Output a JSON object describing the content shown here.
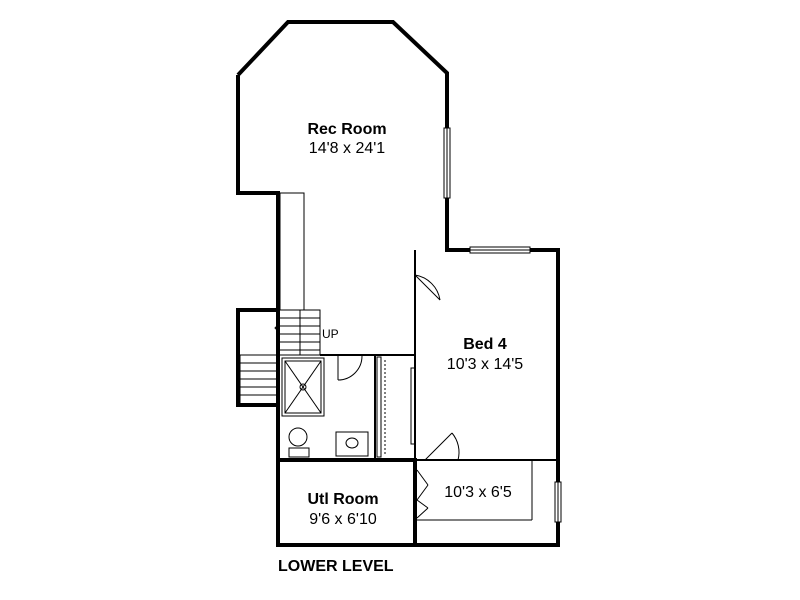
{
  "plan": {
    "level_label": "LOWER LEVEL",
    "stair_label": "UP",
    "rooms": [
      {
        "name": "Rec Room",
        "dimensions": "14'8 x 24'1"
      },
      {
        "name": "Bed 4",
        "dimensions": "10'3 x 14'5"
      },
      {
        "name": "Utl Room",
        "dimensions": "9'6 x 6'10"
      },
      {
        "name": "",
        "dimensions": "10'3 x 6'5"
      }
    ]
  }
}
